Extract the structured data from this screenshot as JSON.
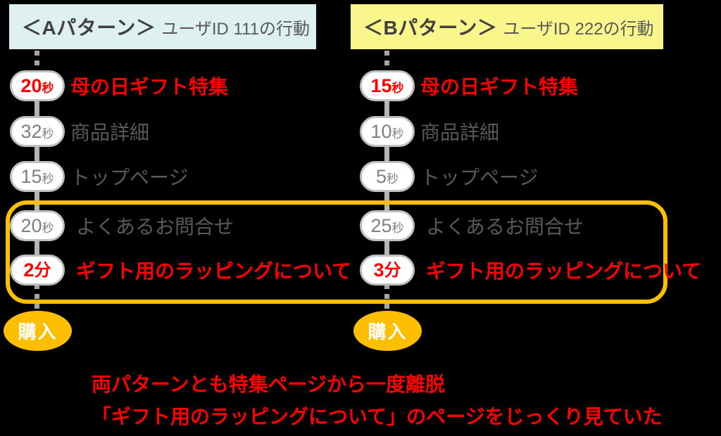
{
  "patterns": [
    {
      "header": {
        "title": "＜Aパターン＞",
        "subtitle": "ユーザID 111の行動"
      },
      "steps": [
        {
          "time": "20",
          "unit": "秒",
          "label": "母の日ギフト特集",
          "highlight": true
        },
        {
          "time": "32",
          "unit": "秒",
          "label": "商品詳細",
          "highlight": false
        },
        {
          "time": "15",
          "unit": "秒",
          "label": "トップページ",
          "highlight": false
        },
        {
          "time": "20",
          "unit": "秒",
          "label": "よくあるお問合せ",
          "highlight": false
        },
        {
          "time": "2",
          "unit": "分",
          "label": "ギフト用のラッピングについて",
          "highlight": true
        }
      ],
      "terminal": "購入"
    },
    {
      "header": {
        "title": "＜Bパターン＞",
        "subtitle": "ユーザID 222の行動"
      },
      "steps": [
        {
          "time": "15",
          "unit": "秒",
          "label": "母の日ギフト特集",
          "highlight": true
        },
        {
          "time": "10",
          "unit": "秒",
          "label": "商品詳細",
          "highlight": false
        },
        {
          "time": "5",
          "unit": "秒",
          "label": "トップページ",
          "highlight": false
        },
        {
          "time": "25",
          "unit": "秒",
          "label": "よくあるお問合せ",
          "highlight": false
        },
        {
          "time": "3",
          "unit": "分",
          "label": "ギフト用のラッピングについて",
          "highlight": true
        }
      ],
      "terminal": "購入"
    }
  ],
  "annotation": {
    "line1": "両パターンとも特集ページから一度離脱",
    "line2": "「ギフト用のラッピングについて」のページをじっくり見ていた"
  },
  "colors": {
    "background": "#000000",
    "pattern_a_header_bg": "#dff0f1",
    "pattern_b_header_bg": "#f9f68b",
    "accent_orange": "#fdbf00",
    "highlight_red": "#ff0000",
    "label_gray": "#595959",
    "time_gray": "#7f7f7f",
    "pill_border_gray": "#c0c0c0"
  }
}
